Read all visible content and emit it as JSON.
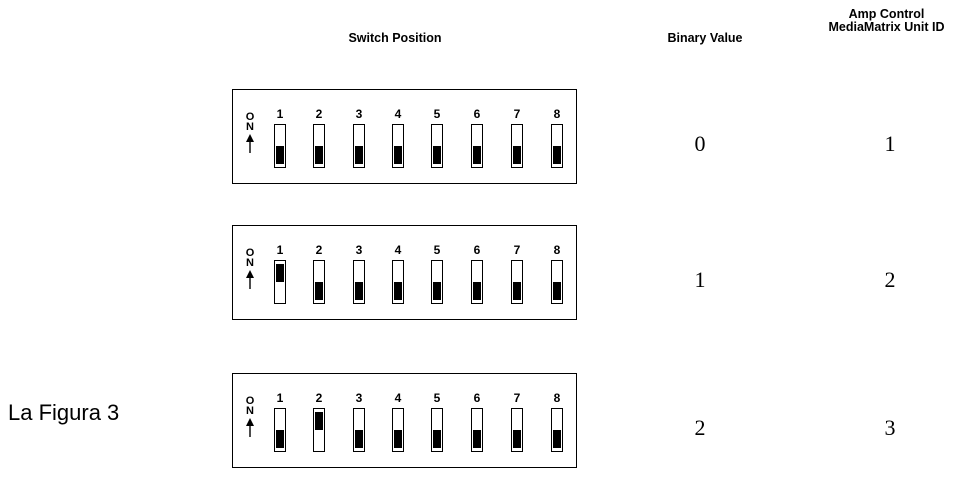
{
  "headers": {
    "switch_position": "Switch Position",
    "binary_value": "Binary Value",
    "unit_id_line1": "Amp Control",
    "unit_id_line2": "MediaMatrix Unit ID"
  },
  "on_label": {
    "letter1": "O",
    "letter2": "N"
  },
  "figure_caption": "La Figura 3",
  "switch_numbers": [
    "1",
    "2",
    "3",
    "4",
    "5",
    "6",
    "7",
    "8"
  ],
  "rows": [
    {
      "switches": [
        false,
        false,
        false,
        false,
        false,
        false,
        false,
        false
      ],
      "binary_value": "0",
      "unit_id": "1"
    },
    {
      "switches": [
        true,
        false,
        false,
        false,
        false,
        false,
        false,
        false
      ],
      "binary_value": "1",
      "unit_id": "2"
    },
    {
      "switches": [
        false,
        true,
        false,
        false,
        false,
        false,
        false,
        false
      ],
      "binary_value": "2",
      "unit_id": "3"
    }
  ]
}
